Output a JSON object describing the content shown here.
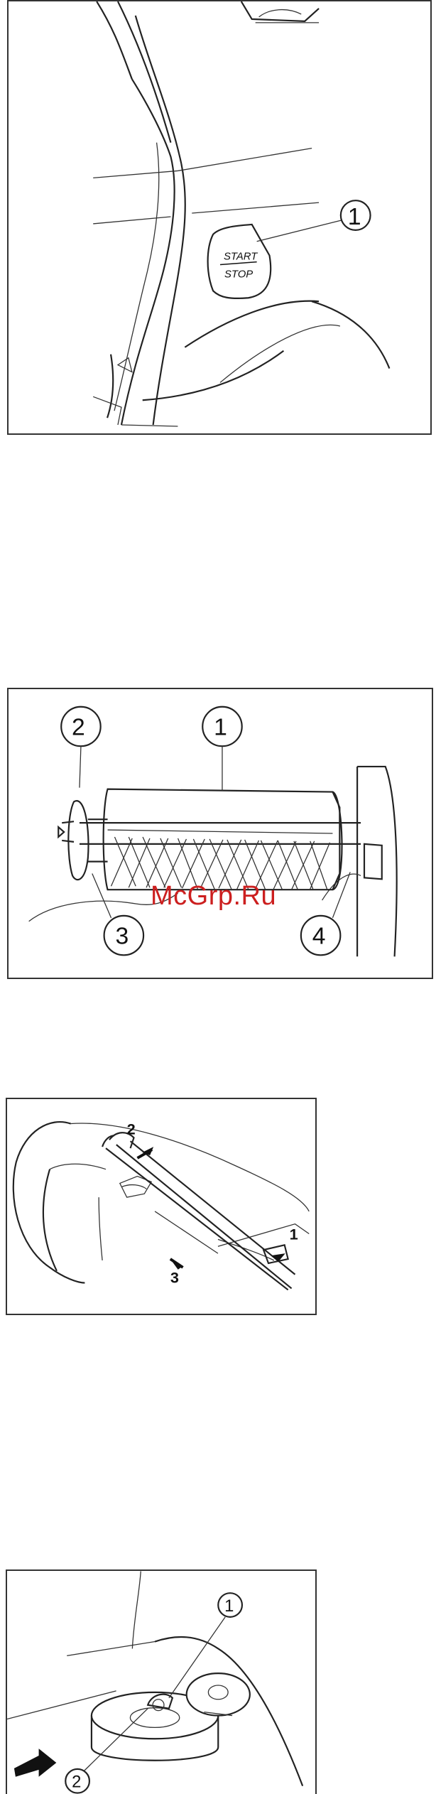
{
  "figure1": {
    "button_top": "START",
    "button_bottom": "STOP",
    "callouts": [
      "1"
    ]
  },
  "figure2": {
    "callouts": [
      "1",
      "2",
      "3",
      "4"
    ]
  },
  "watermark": "McGrp.Ru",
  "figure3": {
    "callouts": [
      "1",
      "2",
      "3"
    ]
  },
  "figure4": {
    "callouts": [
      "1",
      "2"
    ]
  }
}
